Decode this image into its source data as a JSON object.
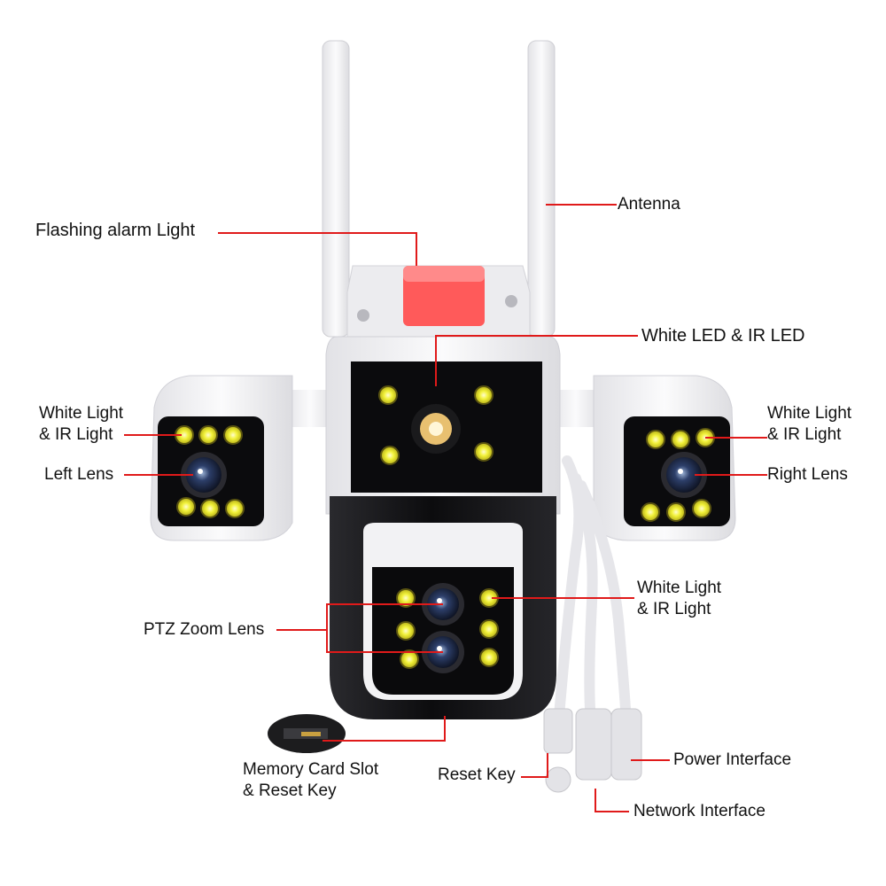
{
  "labels": {
    "flashing_alarm": "Flashing alarm Light",
    "antenna": "Antenna",
    "white_led_ir": "White LED & IR LED",
    "left_white_light": "White Light\n& IR Light",
    "left_lens": "Left Lens",
    "right_white_light": "White Light\n& IR Light",
    "right_lens": "Right Lens",
    "ptz_white_light": "White Light\n& IR Light",
    "ptz_zoom_lens": "PTZ Zoom Lens",
    "memory_card": "Memory Card Slot\n& Reset Key",
    "reset_key": "Reset Key",
    "power_interface": "Power Interface",
    "network_interface": "Network Interface"
  },
  "colors": {
    "leader_line": "#e01a1a",
    "led": "#f2f23a",
    "alarm_light": "#ff5a5a",
    "body_white": "#f4f4f6",
    "body_black": "#141416"
  }
}
